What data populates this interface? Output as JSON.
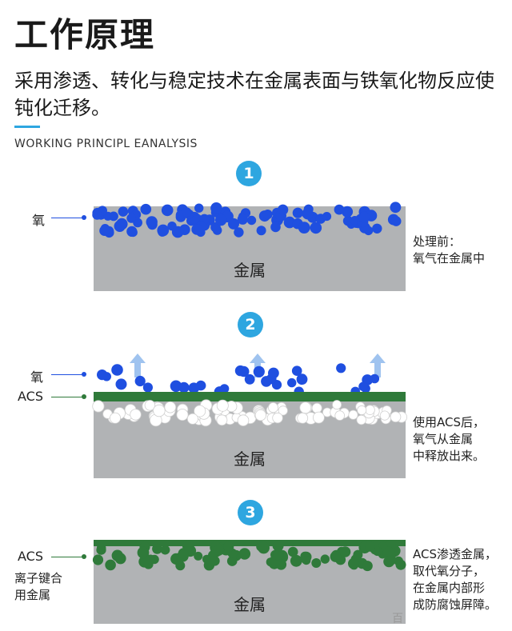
{
  "header": {
    "title": "工作原理",
    "subtitle": "采用渗透、转化与稳定技术在金属表面与铁氧化物反应使钝化迁移。",
    "english": "WORKING PRINCIPL EANALYSIS"
  },
  "colors": {
    "accent": "#2ea6e0",
    "oxygen": "#1f4fe0",
    "acs": "#2f7a3a",
    "metal": "#b1b3b5",
    "arrow": "#9fc3ef"
  },
  "stages": [
    {
      "number": "1",
      "labels": [
        {
          "text": "氧"
        }
      ],
      "metal": "金属",
      "note": "处理前：\n氧气在金属中"
    },
    {
      "number": "2",
      "labels": [
        {
          "text": "氧"
        },
        {
          "text": "ACS"
        }
      ],
      "metal": "金属",
      "note": "使用ACS后，\n氧气从金属\n中释放出来。"
    },
    {
      "number": "3",
      "labels": [
        {
          "text": "ACS"
        }
      ],
      "left_note": "离子键合\n用金属",
      "metal": "金属",
      "note": "ACS渗透金属，\n取代氧分子，\n在金属内部形\n成防腐蚀屏障。"
    }
  ],
  "watermark": "百"
}
